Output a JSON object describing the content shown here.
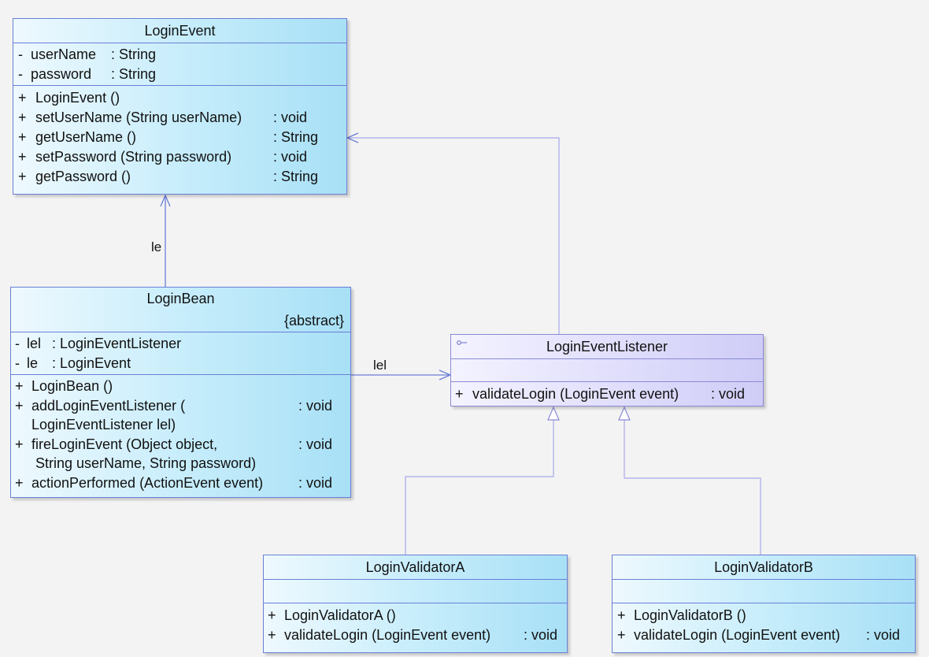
{
  "classes": {
    "login_event": {
      "name": "LoginEvent",
      "attributes": [
        {
          "vis": "-",
          "name": "userName",
          "type": ": String"
        },
        {
          "vis": "-",
          "name": "password",
          "type": ": String"
        }
      ],
      "operations": [
        {
          "vis": "+",
          "name": "LoginEvent ()",
          "type": ""
        },
        {
          "vis": "+",
          "name": "setUserName (String userName)",
          "type": ": void"
        },
        {
          "vis": "+",
          "name": "getUserName ()",
          "type": ": String"
        },
        {
          "vis": "+",
          "name": "setPassword (String password)",
          "type": ": void"
        },
        {
          "vis": "+",
          "name": "getPassword ()",
          "type": ": String"
        }
      ]
    },
    "login_bean": {
      "name": "LoginBean",
      "stereotype": "{abstract}",
      "attributes": [
        {
          "vis": "-",
          "name": "lel",
          "type": ": LoginEventListener"
        },
        {
          "vis": "-",
          "name": "le",
          "type": ": LoginEvent"
        }
      ],
      "operations": [
        {
          "vis": "+",
          "name": "LoginBean ()",
          "type": ""
        },
        {
          "vis": "+",
          "name": "addLoginEventListener (",
          "type": ": void"
        },
        {
          "vis": "",
          "name": "LoginEventListener lel)",
          "type": ""
        },
        {
          "vis": "+",
          "name": "fireLoginEvent (Object object,",
          "type": ": void"
        },
        {
          "vis": "",
          "name": " String userName, String password)",
          "type": ""
        },
        {
          "vis": "+",
          "name": "actionPerformed (ActionEvent event)",
          "type": ": void"
        }
      ]
    },
    "login_event_listener": {
      "name": "LoginEventListener",
      "operations": [
        {
          "vis": "+",
          "name": "validateLogin (LoginEvent event)",
          "type": ": void"
        }
      ]
    },
    "login_validator_a": {
      "name": "LoginValidatorA",
      "operations": [
        {
          "vis": "+",
          "name": "LoginValidatorA ()",
          "type": ""
        },
        {
          "vis": "+",
          "name": "validateLogin (LoginEvent event)",
          "type": ": void"
        }
      ]
    },
    "login_validator_b": {
      "name": "LoginValidatorB",
      "operations": [
        {
          "vis": "+",
          "name": "LoginValidatorB ()",
          "type": ""
        },
        {
          "vis": "+",
          "name": "validateLogin (LoginEvent event)",
          "type": ": void"
        }
      ]
    }
  },
  "associations": {
    "le_label": "le",
    "lel_label": "lel"
  },
  "colors": {
    "class_border": "#6a7fd6",
    "interface_border": "#8a8ad6",
    "association_line": "#6a7fd6",
    "realization_line": "#a9a9ea"
  }
}
